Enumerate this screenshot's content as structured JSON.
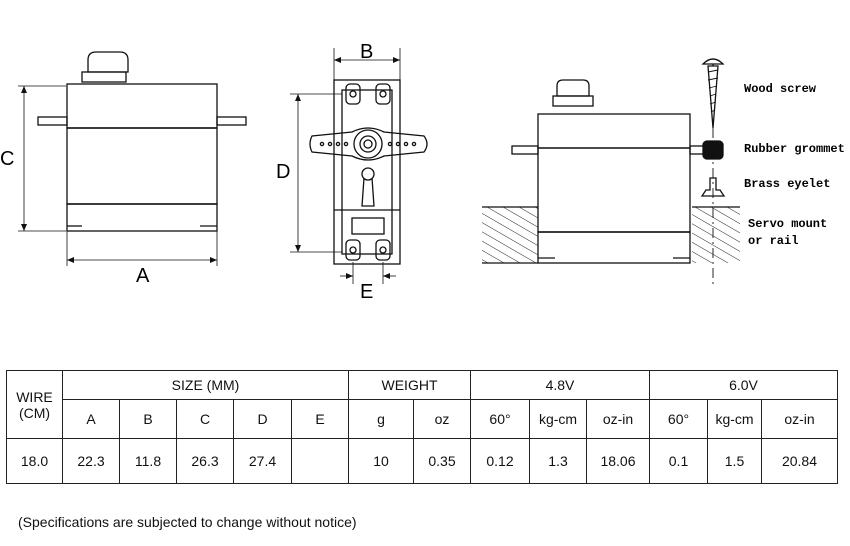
{
  "diagram": {
    "front": {
      "dim_a": "A",
      "dim_c": "C"
    },
    "side": {
      "dim_b": "B",
      "dim_d": "D",
      "dim_e": "E"
    },
    "mount": {
      "labels": [
        "Wood screw",
        "Rubber grommet",
        "Brass eyelet",
        "Servo mount",
        "or rail"
      ]
    }
  },
  "table": {
    "wire_header": [
      "WIRE",
      "(CM)"
    ],
    "size_header": "SIZE (MM)",
    "weight_header": "WEIGHT",
    "v48_header": "4.8V",
    "v60_header": "6.0V",
    "sub_headers": [
      "A",
      "B",
      "C",
      "D",
      "E",
      "g",
      "oz",
      "60°",
      "kg-cm",
      "oz-in",
      "60°",
      "kg-cm",
      "oz-in"
    ],
    "values": [
      "18.0",
      "22.3",
      "11.8",
      "26.3",
      "27.4",
      "",
      "10",
      "0.35",
      "0.12",
      "1.3",
      "18.06",
      "0.1",
      "1.5",
      "20.84"
    ]
  },
  "note": "(Specifications are subjected to change without notice)"
}
